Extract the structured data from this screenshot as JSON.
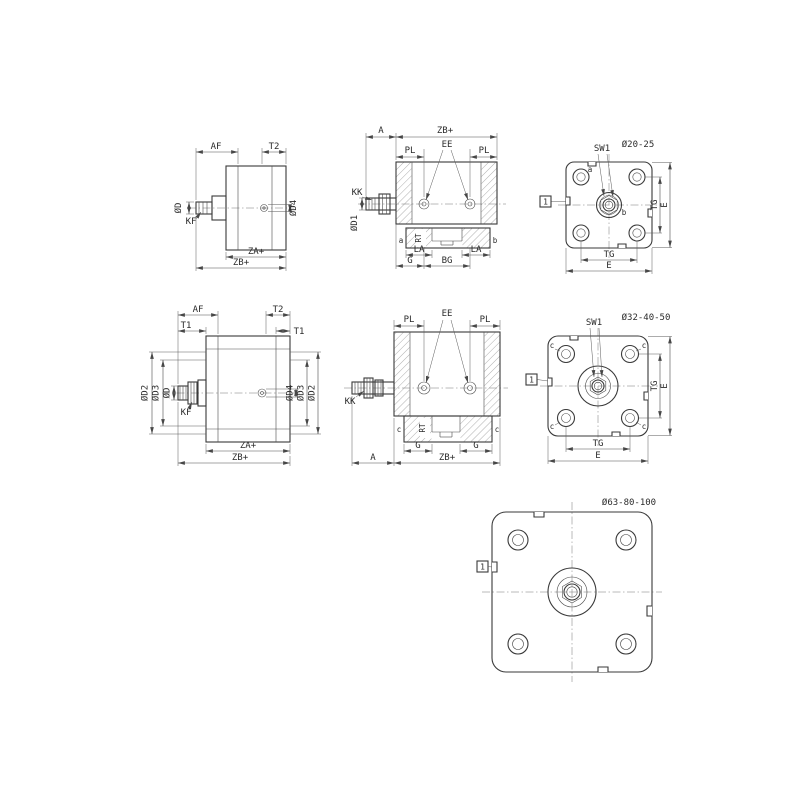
{
  "page": {
    "background": "#ffffff",
    "line_color": "#3a3a3a"
  },
  "views": {
    "v1": {
      "af": "AF",
      "t2": "T2",
      "od": "ØD",
      "kf": "KF",
      "od4": "ØD4",
      "za": "ZA+",
      "zb": "ZB+"
    },
    "v2": {
      "a": "A",
      "zb": "ZB+",
      "pl1": "PL",
      "ee": "EE",
      "pl2": "PL",
      "kk": "KK",
      "od1": "ØD1",
      "rt": "RT",
      "a_sm": "a",
      "b_sm": "b",
      "la1": "LA",
      "g": "G",
      "bg": "BG",
      "la2": "LA"
    },
    "v3": {
      "sw1": "SW1",
      "size": "Ø20-25",
      "callout": "1",
      "a_sm": "a",
      "b_sm": "b",
      "tg_r": "TG",
      "e_r": "E",
      "tg_b": "TG",
      "e_b": "E"
    },
    "v4": {
      "af": "AF",
      "t2": "T2",
      "t1l": "T1",
      "t1r": "T1",
      "od2l": "ØD2",
      "od3l": "ØD3",
      "od": "ØD",
      "kf": "KF",
      "od4": "ØD4",
      "od3r": "ØD3",
      "od2r": "ØD2",
      "za": "ZA+",
      "zb": "ZB+"
    },
    "v5": {
      "pl1": "PL",
      "ee": "EE",
      "pl2": "PL",
      "kk": "KK",
      "rt": "RT",
      "c1": "c",
      "c2": "c",
      "g1": "G",
      "g2": "G",
      "a": "A",
      "zb": "ZB+"
    },
    "v6": {
      "sw1": "SW1",
      "size": "Ø32-40-50",
      "callout": "1",
      "c_tl": "c",
      "c_tr": "c",
      "c_bl": "c",
      "c_br": "c",
      "tg_r": "TG",
      "e_r": "E",
      "tg_b": "TG",
      "e_b": "E"
    },
    "v7": {
      "size": "Ø63-80-100",
      "callout": "1"
    }
  }
}
